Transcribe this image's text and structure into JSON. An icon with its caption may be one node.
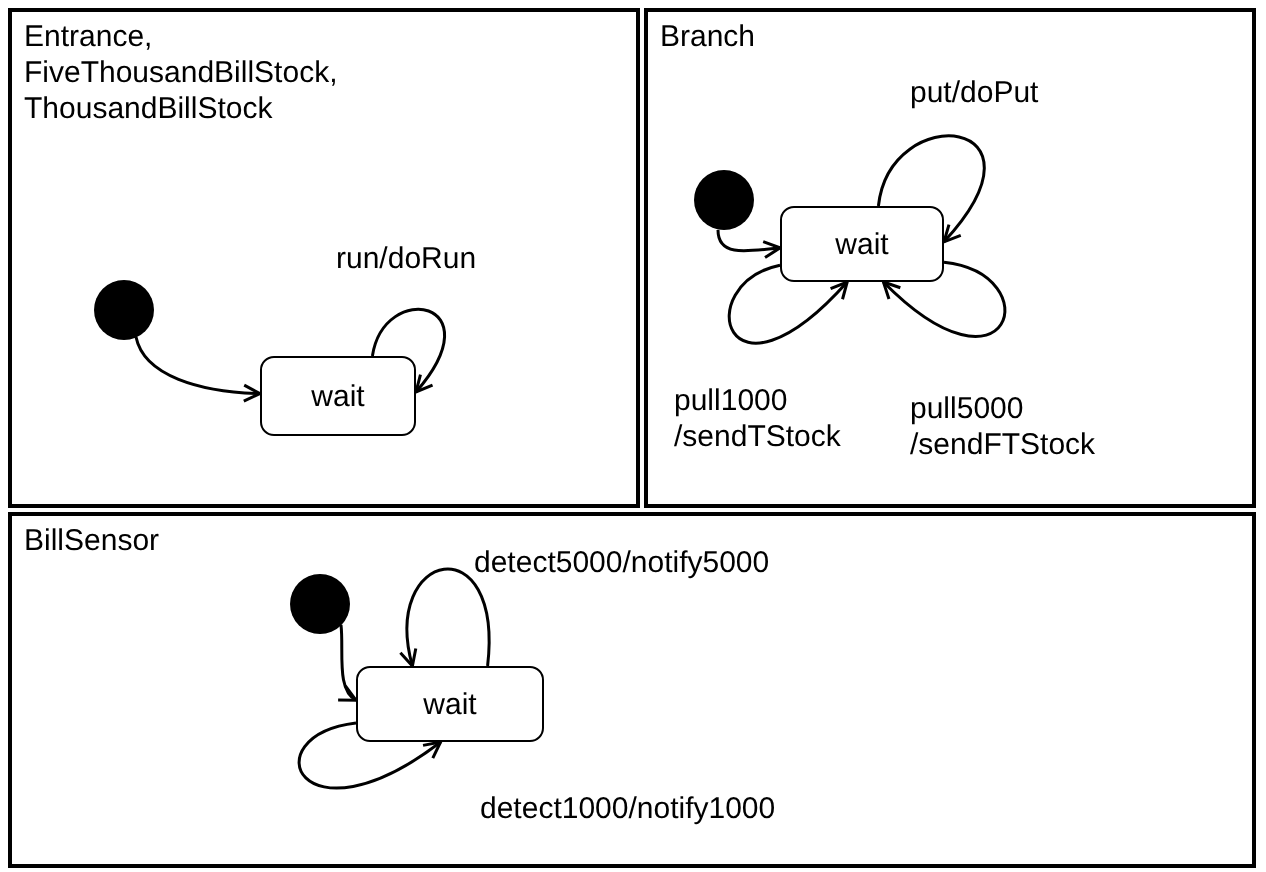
{
  "diagram": {
    "nodes": [
      {
        "text": [
          "Entrance, FiveThousandBillStock, ThousandBillStock"
        ]
      },
      {
        "text": [],
        "shape": "circle",
        "in": 0
      },
      {
        "text": [
          "wait"
        ],
        "in": 0
      },
      {
        "text": [
          "Branch"
        ]
      },
      {
        "text": [],
        "shape": "circle",
        "in": 3
      },
      {
        "text": [
          "wait"
        ],
        "in": 3
      },
      {
        "text": [
          "BillSensor"
        ]
      },
      {
        "text": [],
        "shape": "circle",
        "in": 6
      },
      {
        "text": [
          "wait"
        ],
        "in": 6
      }
    ],
    "edges": [
      {
        "from": 1,
        "to": 2,
        "arrow": "to"
      },
      {
        "from": 2,
        "to": 2,
        "arrow": "to",
        "label": "run/doRun"
      },
      {
        "from": 4,
        "to": 5,
        "arrow": "to"
      },
      {
        "from": 5,
        "to": 5,
        "arrow": "to",
        "label": "put/doPut"
      },
      {
        "from": 5,
        "to": 5,
        "arrow": "to",
        "label": "pull1000 /sendTStock"
      },
      {
        "from": 5,
        "to": 5,
        "arrow": "to",
        "label": "pull5000 /sendFTStock"
      },
      {
        "from": 7,
        "to": 8,
        "arrow": "to"
      },
      {
        "from": 8,
        "to": 8,
        "arrow": "to",
        "label": "detect5000/notify5000"
      },
      {
        "from": 8,
        "to": 8,
        "arrow": "to",
        "label": "detect1000/notify1000"
      }
    ]
  }
}
